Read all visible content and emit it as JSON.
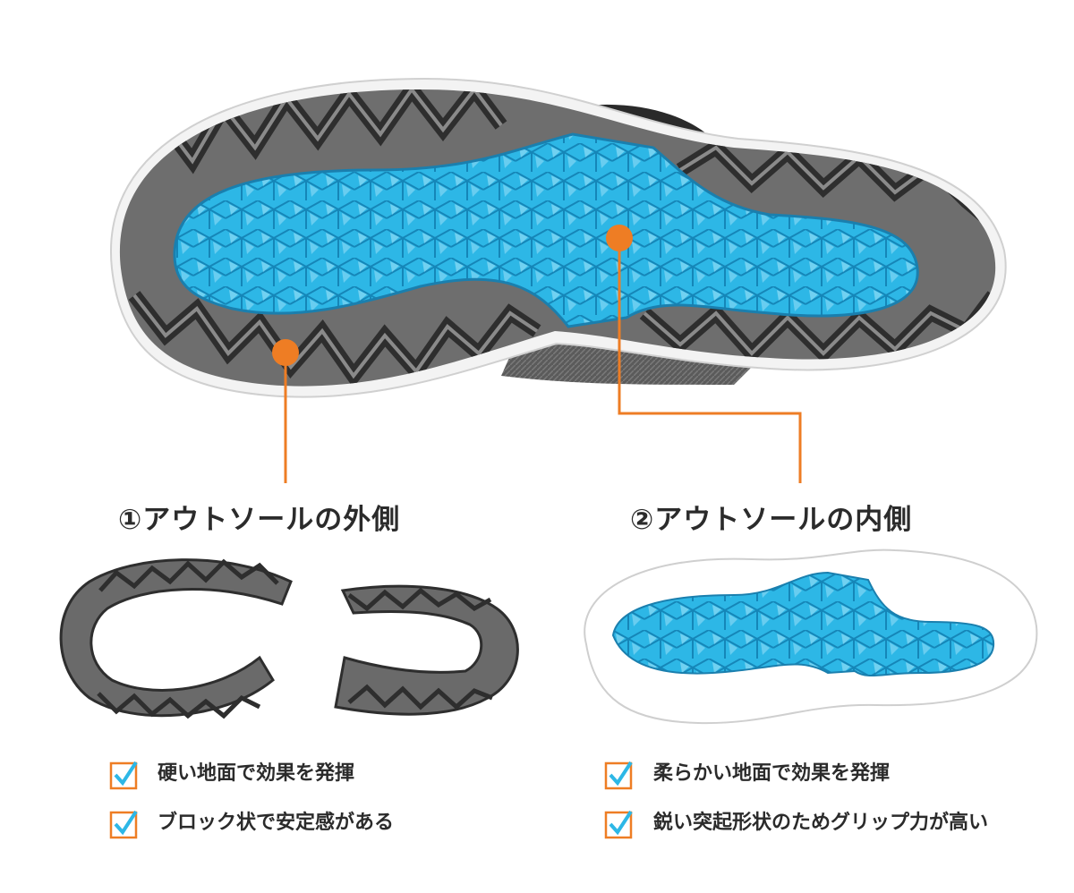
{
  "sole": {
    "parts": [
      {
        "id": "outer",
        "label": "①アウトソールの外側"
      },
      {
        "id": "inner",
        "label": "②アウトソールの内側"
      }
    ],
    "colors": {
      "outsole_gray": "#6e6e6e",
      "lug_dark": "#2f2f2f",
      "inner_blue": "#2db7e6",
      "leader_orange": "#ee7d24",
      "midsole_white": "#f4f4f4",
      "upper_gray": "#5e5e5e"
    }
  },
  "sections": {
    "outer": {
      "heading": "①アウトソールの外側",
      "bullets": [
        "硬い地面で効果を発揮",
        "ブロック状で安定感がある"
      ]
    },
    "inner": {
      "heading": "②アウトソールの内側",
      "bullets": [
        "柔らかい地面で効果を発揮",
        "鋭い突起形状のためグリップ力が高い"
      ]
    }
  },
  "icons": {
    "checkbox": "checkbox-checked-icon"
  }
}
